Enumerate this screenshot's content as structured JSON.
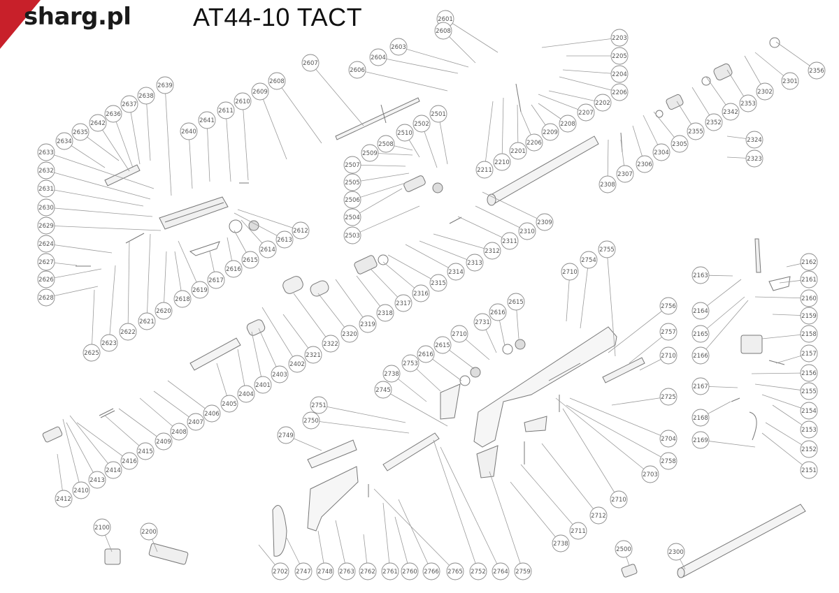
{
  "header": {
    "logo_text": "sharg.pl",
    "brand_color": "#c8202a",
    "title": "AT44-10 TACT"
  },
  "diagram": {
    "type": "exploded parts diagram",
    "line_color": "#8a8a8a",
    "label_color": "#555555",
    "part_numbers": [
      "2100",
      "2151",
      "2152",
      "2153",
      "2154",
      "2155",
      "2156",
      "2157",
      "2158",
      "2159",
      "2160",
      "2161",
      "2162",
      "2163",
      "2164",
      "2165",
      "2166",
      "2167",
      "2168",
      "2169",
      "2200",
      "2201",
      "2202",
      "2203",
      "2204",
      "2205",
      "2206",
      "2207",
      "2208",
      "2209",
      "2210",
      "2211",
      "2300",
      "2301",
      "2302",
      "2304",
      "2305",
      "2306",
      "2307",
      "2308",
      "2309",
      "2310",
      "2311",
      "2312",
      "2313",
      "2314",
      "2315",
      "2316",
      "2317",
      "2318",
      "2319",
      "2320",
      "2321",
      "2322",
      "2323",
      "2324",
      "2342",
      "2352",
      "2353",
      "2355",
      "2356",
      "2401",
      "2402",
      "2403",
      "2404",
      "2405",
      "2406",
      "2407",
      "2408",
      "2409",
      "2410",
      "2412",
      "2413",
      "2414",
      "2415",
      "2416",
      "2500",
      "2501",
      "2502",
      "2503",
      "2504",
      "2505",
      "2506",
      "2507",
      "2508",
      "2509",
      "2510",
      "2601",
      "2602",
      "2603",
      "2604",
      "2606",
      "2607",
      "2608",
      "2609",
      "2610",
      "2611",
      "2612",
      "2613",
      "2614",
      "2615",
      "2616",
      "2617",
      "2618",
      "2619",
      "2620",
      "2621",
      "2622",
      "2623",
      "2624",
      "2625",
      "2626",
      "2627",
      "2628",
      "2629",
      "2630",
      "2631",
      "2632",
      "2633",
      "2634",
      "2635",
      "2636",
      "2637",
      "2638",
      "2639",
      "2640",
      "2641",
      "2642",
      "2702",
      "2703",
      "2704",
      "2710",
      "2711",
      "2712",
      "2725",
      "2731",
      "2738",
      "2745",
      "2747",
      "2748",
      "2749",
      "2750",
      "2751",
      "2752",
      "2753",
      "2754",
      "2755",
      "2756",
      "2757",
      "2758",
      "2759",
      "2760",
      "2761",
      "2762",
      "2763",
      "2764",
      "2765",
      "2766"
    ]
  }
}
